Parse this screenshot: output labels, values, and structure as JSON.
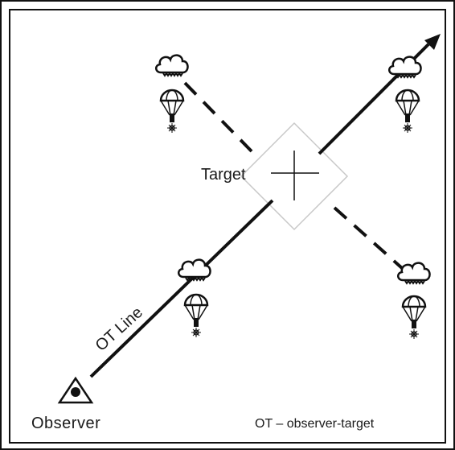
{
  "labels": {
    "target": "Target",
    "ot_line": "OT Line",
    "observer": "Observer",
    "legend": "OT – observer-target"
  },
  "icons": {
    "observer": "observer-triangle-icon",
    "target": "target-crosshair-icon",
    "burst": "cloud-burst-icon",
    "parachute": "parachute-flare-icon"
  },
  "colors": {
    "line": "#111111",
    "box": "#cccccc",
    "background": "#ffffff"
  }
}
